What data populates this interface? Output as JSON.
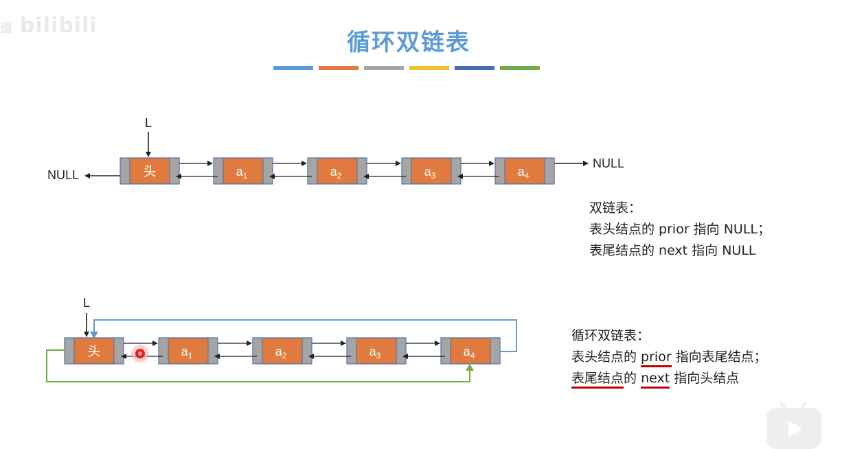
{
  "watermark": {
    "prefix": "道",
    "brand": "bilibili"
  },
  "title": "循环双链表",
  "color_bar": [
    "#5b9bd5",
    "#e07a3e",
    "#a5a5a5",
    "#f3c233",
    "#4a6bb0",
    "#70ad47"
  ],
  "diagram1": {
    "pointer_label": "L",
    "left_null": "NULL",
    "right_null": "NULL",
    "head_label": "头",
    "nodes": [
      "a",
      "a",
      "a",
      "a"
    ],
    "subscripts": [
      "1",
      "2",
      "3",
      "4"
    ]
  },
  "diagram2": {
    "pointer_label": "L",
    "head_label": "头",
    "nodes": [
      "a",
      "a",
      "a",
      "a"
    ],
    "subscripts": [
      "1",
      "2",
      "3",
      "4"
    ]
  },
  "note1": {
    "heading": "双链表：",
    "line1": "表头结点的 prior 指向 NULL；",
    "line2": "表尾结点的 next 指向 NULL"
  },
  "note2": {
    "heading": "循环双链表：",
    "line1_a": "表头结点的 ",
    "line1_b": "prior",
    "line1_c": " 指向表尾结点；",
    "line2_a": "表尾结点",
    "line2_b": "的 ",
    "line2_c": "next",
    "line2_d": " 指向头结点"
  },
  "colors": {
    "node_fill": "#e07a3e",
    "node_side": "#a5a5a5",
    "node_border": "#4a6fa5",
    "loop_blue": "#5b9bd5",
    "loop_green": "#70ad47",
    "underline": "#c00000"
  }
}
